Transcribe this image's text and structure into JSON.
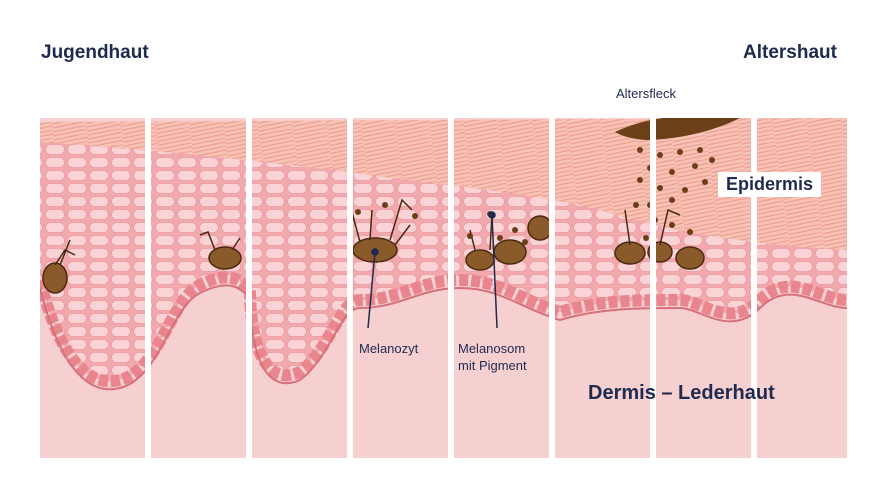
{
  "titles": {
    "left": "Jugendhaut",
    "right": "Altershaut"
  },
  "labels": {
    "altersfleck": "Altersfleck",
    "epidermis": "Epidermis",
    "melanozyt": "Melanozyt",
    "melanosom_line1": "Melanosom",
    "melanosom_line2": "mit Pigment",
    "dermis": "Dermis – Lederhaut"
  },
  "colors": {
    "dermis": "#f6cfd0",
    "epidermis": "#f2a9ae",
    "cell": "#f9d3d6",
    "basal": "#e9858d",
    "stratum_corneum": "#f6b7a9",
    "melanocyte": "#8b5a2b",
    "text": "#1f2a4f"
  },
  "icons": [
    "melanocyte-icon",
    "melanosome-icon",
    "age-spot-icon"
  ]
}
